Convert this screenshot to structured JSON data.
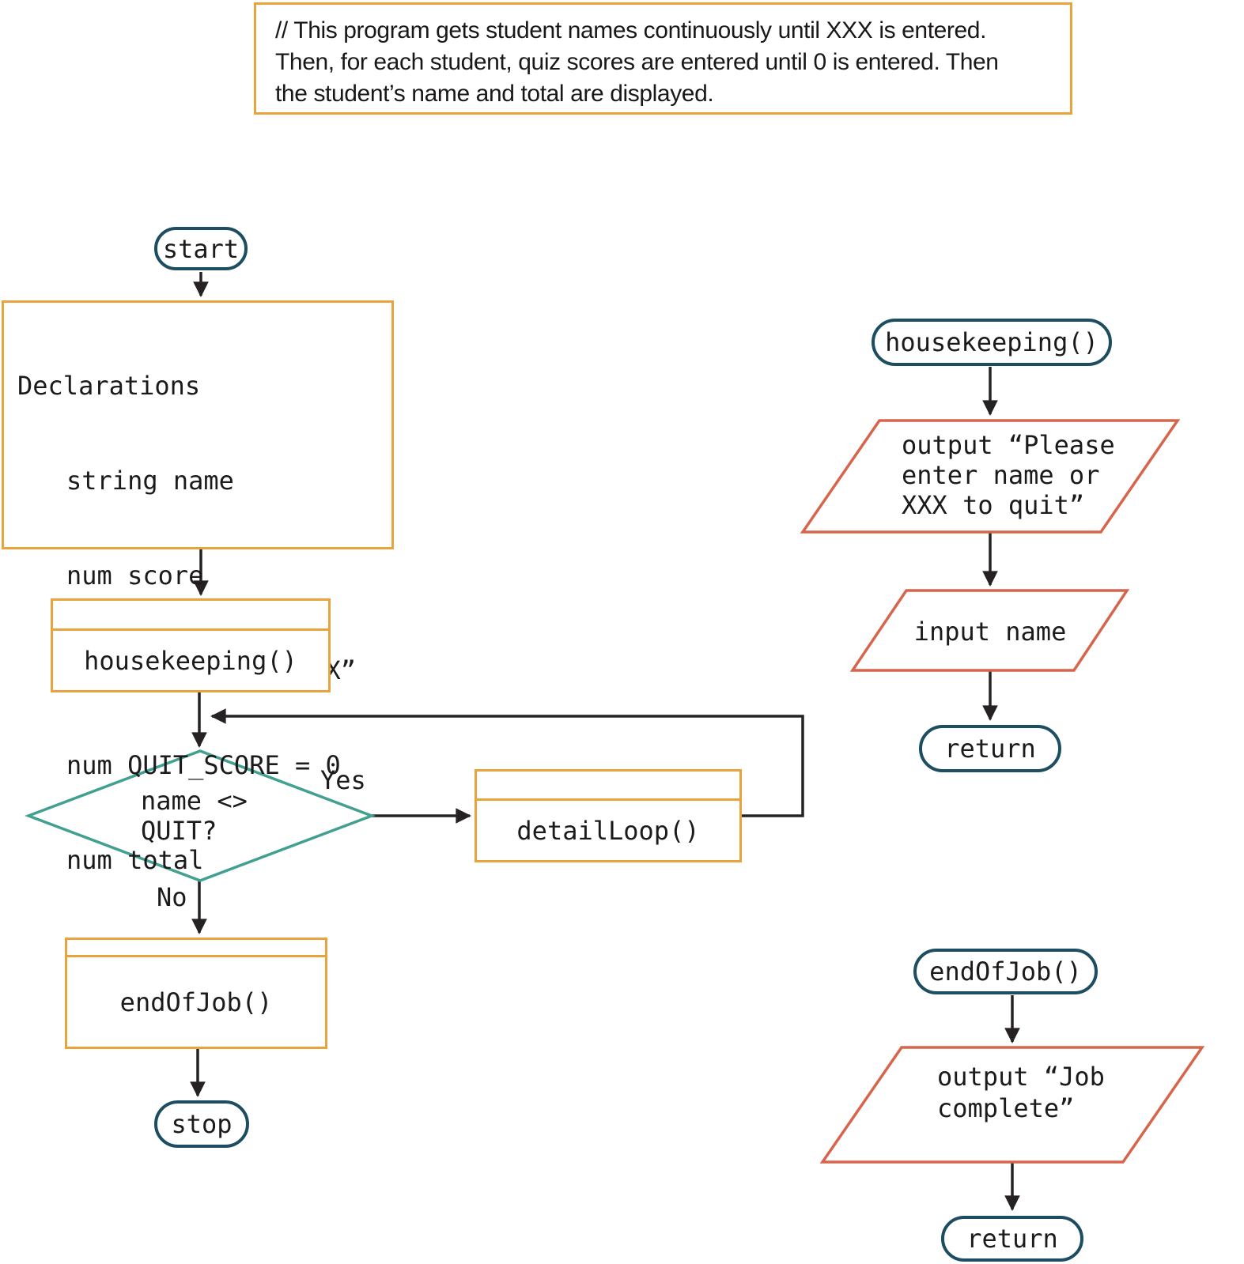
{
  "comment": {
    "lines": [
      "// This program gets student names continuously until XXX is entered.",
      "Then, for each student, quiz scores are entered until 0 is entered. Then",
      "the student’s name and total are displayed."
    ]
  },
  "main_flow": {
    "start_label": "start",
    "declarations": {
      "title": "Declarations",
      "lines": [
        "string name",
        "num score",
        "string QUIT = “XXX”",
        "num QUIT_SCORE = 0",
        "num total"
      ]
    },
    "housekeeping_call": "housekeeping()",
    "decision": {
      "line1": "name <>",
      "line2": "QUIT?"
    },
    "yes_label": "Yes",
    "no_label": "No",
    "detail_loop_call": "detailLoop()",
    "end_of_job_call": "endOfJob()",
    "stop_label": "stop"
  },
  "housekeeping_flow": {
    "title": "housekeeping()",
    "output_lines": [
      "output “Please",
      "enter name or",
      "XXX to quit”"
    ],
    "input_label": "input name",
    "return_label": "return"
  },
  "end_of_job_flow": {
    "title": "endOfJob()",
    "output_lines": [
      "output “Job",
      "complete”"
    ],
    "return_label": "return"
  },
  "colors": {
    "module_box_orange": "#E8A33D",
    "decision_teal": "#41A090",
    "io_salmon": "#D6654C",
    "terminal_dark_teal": "#1C4D60",
    "arrow_black": "#262223"
  }
}
